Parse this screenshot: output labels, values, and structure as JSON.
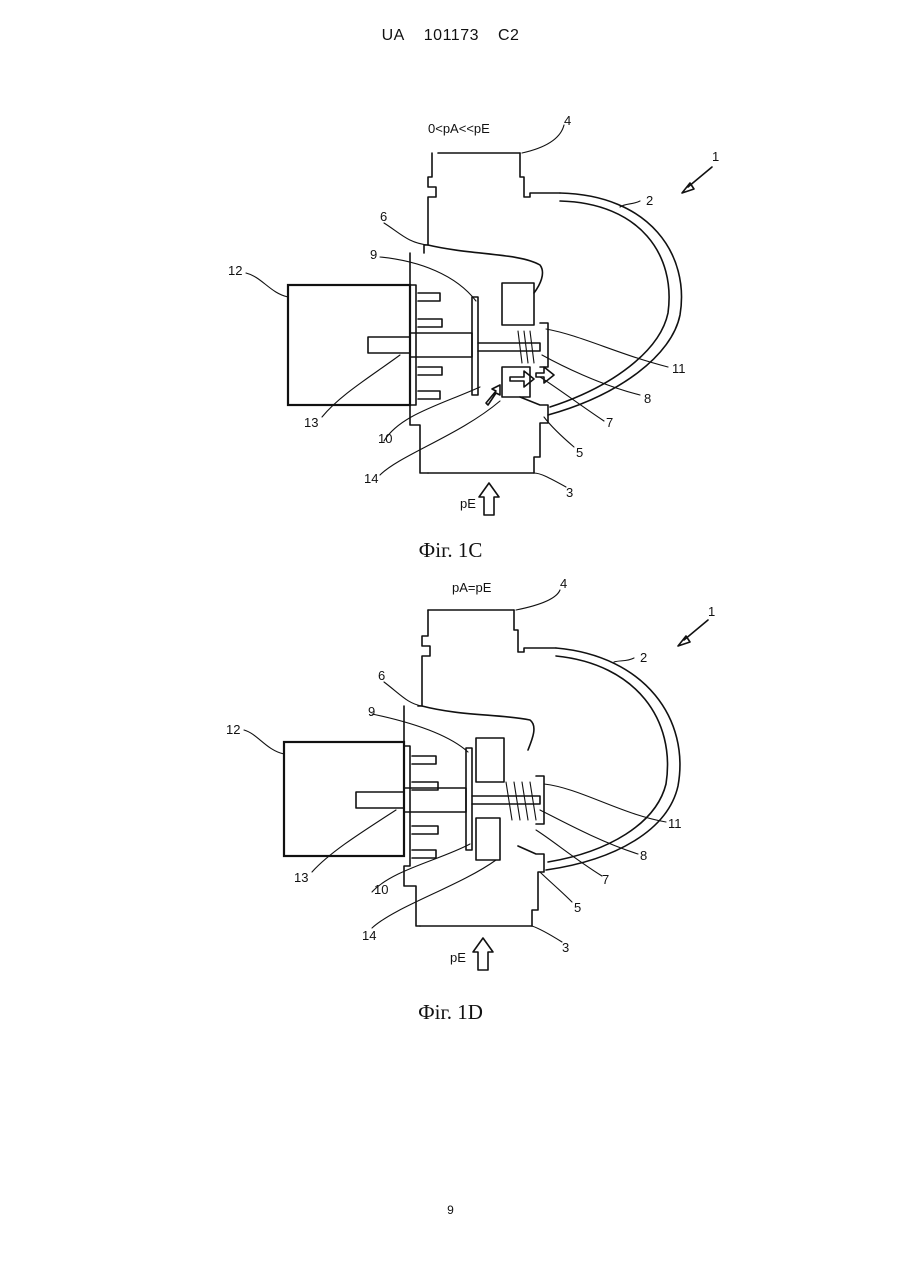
{
  "header": {
    "country": "UA",
    "number": "101173",
    "kind": "C2"
  },
  "figures": [
    {
      "caption": "Фіг. 1С",
      "pressure_top": "0<pA<<pE",
      "pressure_bottom": "pE",
      "labels": {
        "n1": "1",
        "n2": "2",
        "n3": "3",
        "n4": "4",
        "n5": "5",
        "n6": "6",
        "n7": "7",
        "n8": "8",
        "n9": "9",
        "n10": "10",
        "n11": "11",
        "n12": "12",
        "n13": "13",
        "n14": "14"
      }
    },
    {
      "caption": "Фіг. 1D",
      "pressure_top": "pA=pE",
      "pressure_bottom": "pE",
      "labels": {
        "n1": "1",
        "n2": "2",
        "n3": "3",
        "n4": "4",
        "n5": "5",
        "n6": "6",
        "n7": "7",
        "n8": "8",
        "n9": "9",
        "n10": "10",
        "n11": "11",
        "n12": "12",
        "n13": "13",
        "n14": "14"
      }
    }
  ],
  "page_number": "9"
}
